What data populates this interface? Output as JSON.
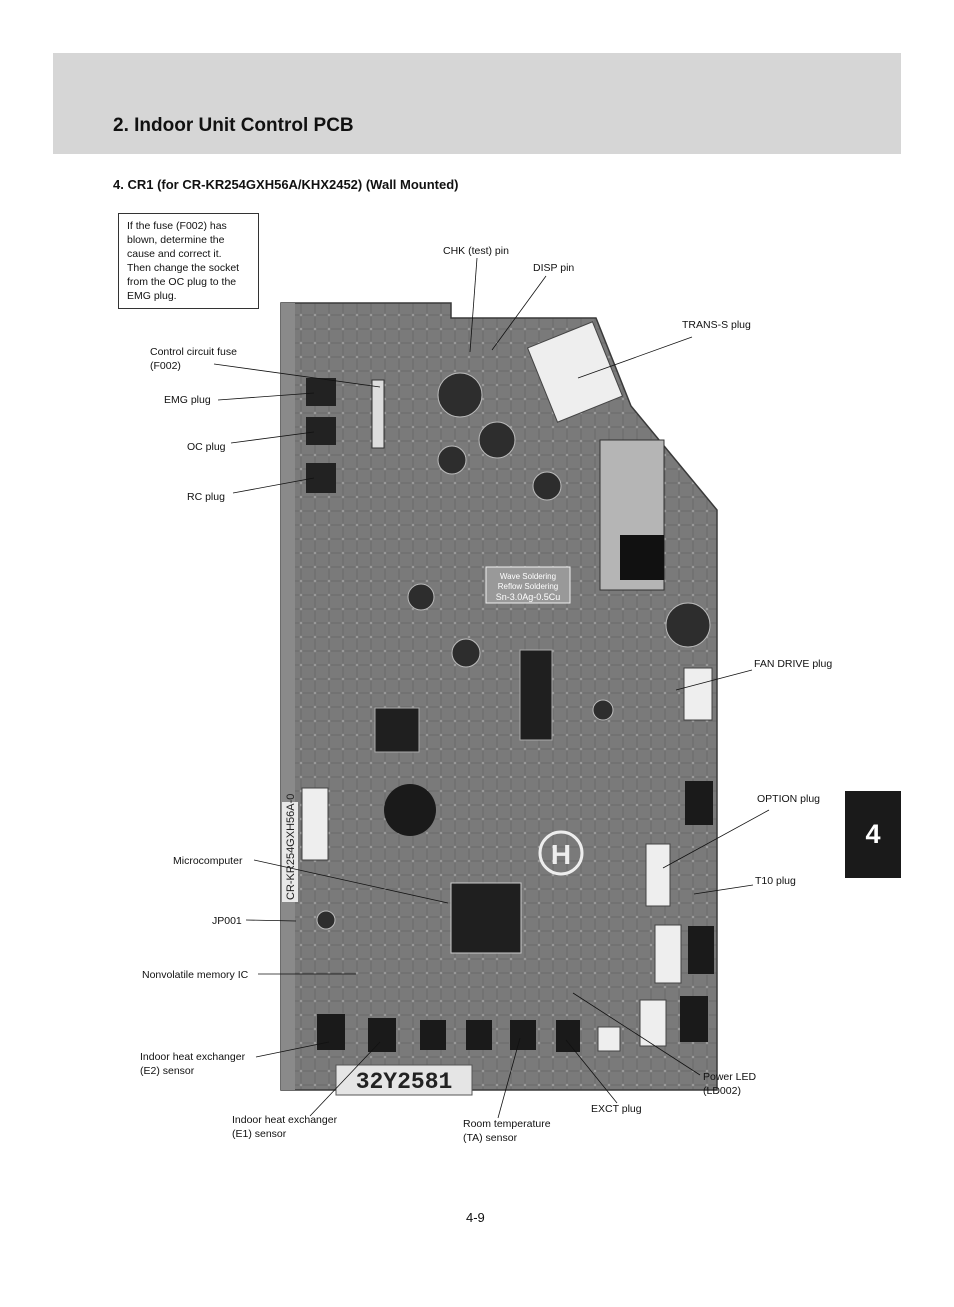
{
  "header": {
    "section_title": "2. Indoor Unit Control PCB",
    "subsection_title": "4. CR1 (for CR-KR254GXH56A/KHX2452) (Wall Mounted)"
  },
  "note": {
    "lines": [
      "If the fuse (F002) has",
      "blown, determine the",
      "cause and correct it.",
      "Then change the socket",
      "from the OC plug to the",
      "EMG plug."
    ]
  },
  "board": {
    "part_no_left": "CR-KR254GXH56A-0",
    "pcb_code": "32Y2581",
    "solder_note_1": "Wave Soldering",
    "solder_note_2": "Reflow Soldering",
    "solder_note_3": "Sn-3.0Ag-0.5Cu",
    "mark": "H"
  },
  "callouts": {
    "chk": "CHK (test) pin",
    "disp": "DISP pin",
    "trans_s": "TRANS-S plug",
    "fuse_1": "Control circuit fuse",
    "fuse_2": "(F002)",
    "emg": "EMG plug",
    "oc": "OC plug",
    "rc": "RC plug",
    "fan_drive": "FAN DRIVE  plug",
    "option": "OPTION plug",
    "t10": "T10 plug",
    "micro": "Microcomputer",
    "jp001": "JP001",
    "nvm": "Nonvolatile memory IC",
    "e2_1": "Indoor heat exchanger",
    "e2_2": "(E2) sensor",
    "power_led_1": "Power LED",
    "power_led_2": "(LD002)",
    "exct": "EXCT plug",
    "e1_1": "Indoor heat exchanger",
    "e1_2": "(E1) sensor",
    "ta_1": "Room temperature",
    "ta_2": "(TA) sensor"
  },
  "chapter_tab": "4",
  "page_number": "4-9"
}
